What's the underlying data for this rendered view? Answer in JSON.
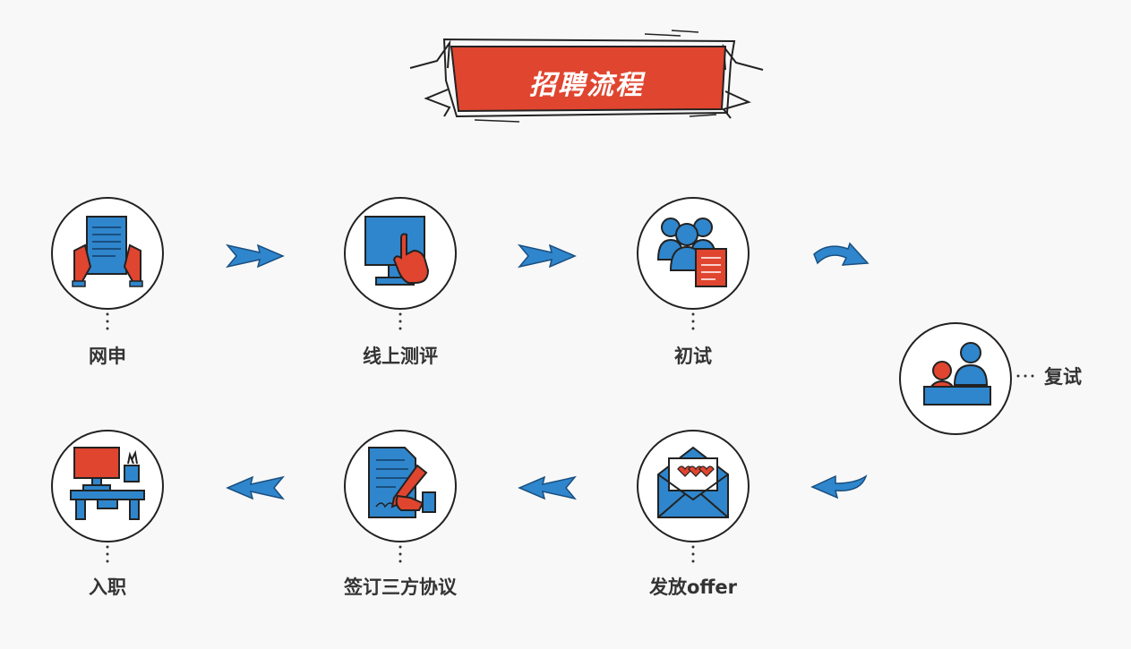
{
  "title": "招聘流程",
  "steps": [
    {
      "label": "网申",
      "icon": "application-form-icon"
    },
    {
      "label": "线上测评",
      "icon": "computer-click-icon"
    },
    {
      "label": "初试",
      "icon": "group-interview-icon"
    },
    {
      "label": "复试",
      "icon": "interview-desk-icon"
    },
    {
      "label": "发放offer",
      "icon": "envelope-hearts-icon"
    },
    {
      "label": "签订三方协议",
      "icon": "contract-signing-icon"
    },
    {
      "label": "入职",
      "icon": "work-desk-icon"
    }
  ],
  "colors": {
    "accent_red": "#e0452f",
    "accent_blue": "#2f86cc",
    "text": "#333333",
    "background": "#f8f8f8"
  }
}
